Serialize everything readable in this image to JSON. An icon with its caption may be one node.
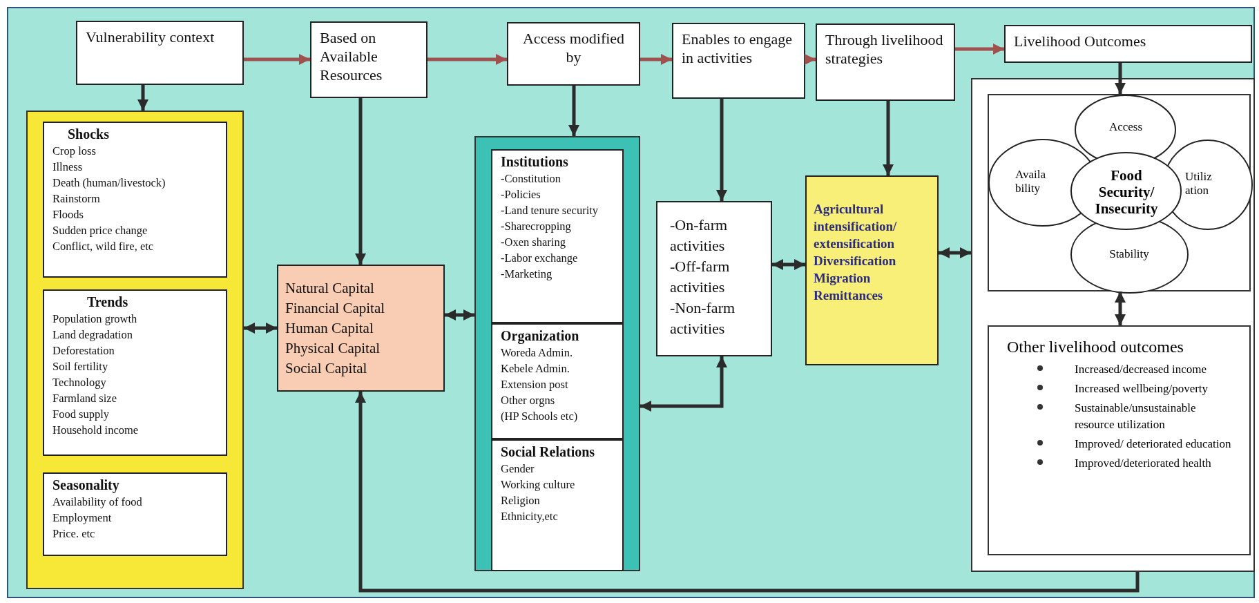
{
  "diagram": {
    "nodes": [
      {
        "text": [
          "Vulnerability context"
        ]
      },
      {
        "text": [
          "Based on Available Resources"
        ]
      },
      {
        "text": [
          "Access modified by"
        ]
      },
      {
        "text": [
          "Enables to engage in activities"
        ]
      },
      {
        "text": [
          "Through livelihood strategies"
        ]
      },
      {
        "text": [
          "Livelihood Outcomes"
        ]
      },
      {
        "text": [],
        "shape": "box"
      },
      {
        "text": [
          "Shocks",
          "Crop loss",
          "Illness",
          "Death (human/livestock)",
          "Rainstorm",
          "Floods",
          "Sudden price change",
          "Conflict, wild fire, etc"
        ],
        "in": 6
      },
      {
        "text": [
          "Trends",
          "Population growth",
          "Land degradation",
          "Deforestation",
          "Soil fertility",
          "Technology",
          "Farmland size",
          "Food supply",
          "Household income"
        ],
        "in": 6
      },
      {
        "text": [
          "Seasonality",
          "Availability of food",
          "Employment",
          "Price. etc"
        ],
        "in": 6
      },
      {
        "text": [
          "Natural Capital",
          "Financial Capital",
          "Human Capital",
          "Physical Capital",
          "Social Capital"
        ]
      },
      {
        "text": [],
        "shape": "box"
      },
      {
        "text": [
          "Institutions",
          "-Constitution",
          "-Policies",
          "-Land tenure security",
          "-Sharecropping",
          "-Oxen sharing",
          "-Labor exchange",
          "-Marketing"
        ],
        "in": 11
      },
      {
        "text": [
          "Organization",
          "Woreda Admin.",
          "Kebele Admin.",
          "Extension post",
          "Other orgns",
          "(HP Schools etc)"
        ],
        "in": 11
      },
      {
        "text": [
          "Social Relations",
          "Gender",
          "Working culture",
          "Religion",
          "Ethnicity,etc"
        ],
        "in": 11
      },
      {
        "text": [
          "-On-farm activities",
          "-Off-farm activities",
          "-Non-farm activities"
        ]
      },
      {
        "text": [
          "Agricultural intensification/ extensification",
          "Diversification",
          "Migration",
          "Remittances"
        ]
      },
      {
        "text": [],
        "shape": "box"
      },
      {
        "text": [],
        "shape": "box",
        "in": 17
      },
      {
        "text": [
          "Access"
        ],
        "in": 18
      },
      {
        "text": [
          "Availa bility"
        ],
        "in": 18
      },
      {
        "text": [
          "Utiliz ation"
        ],
        "in": 18
      },
      {
        "text": [
          "Stability"
        ],
        "in": 18
      },
      {
        "text": [
          "Food Security/ Insecurity"
        ],
        "in": 18
      },
      {
        "text": [
          "Other livelihood outcomes",
          "Increased/decreased income",
          "Increased wellbeing/poverty",
          "Sustainable/unsustainable resource utilization",
          "Improved/ deteriorated education",
          "Improved/deteriorated health"
        ],
        "in": 17
      }
    ],
    "edges": [
      {
        "from": 0,
        "to": 1,
        "arrow": "to",
        "color": "#a0504f"
      },
      {
        "from": 1,
        "to": 2,
        "arrow": "to",
        "color": "#a0504f"
      },
      {
        "from": 2,
        "to": 3,
        "arrow": "to",
        "color": "#a0504f"
      },
      {
        "from": 3,
        "to": 4,
        "arrow": "to",
        "color": "#a0504f"
      },
      {
        "from": 4,
        "to": 5,
        "arrow": "to",
        "color": "#a0504f"
      },
      {
        "from": 0,
        "to": 6,
        "arrow": "to"
      },
      {
        "from": 1,
        "to": 10,
        "arrow": "to"
      },
      {
        "from": 2,
        "to": 11,
        "arrow": "to"
      },
      {
        "from": 3,
        "to": 15,
        "arrow": "to"
      },
      {
        "from": 4,
        "to": 16,
        "arrow": "to"
      },
      {
        "from": 5,
        "to": 18,
        "arrow": "to"
      },
      {
        "from": 6,
        "to": 10,
        "arrow": "both"
      },
      {
        "from": 10,
        "to": 11,
        "arrow": "both"
      },
      {
        "from": 15,
        "to": 16,
        "arrow": "both"
      },
      {
        "from": 16,
        "to": 17,
        "arrow": "both"
      },
      {
        "from": 18,
        "to": 24,
        "arrow": "both"
      },
      {
        "from": 15,
        "to": 11,
        "arrow": "both"
      },
      {
        "from": 17,
        "to": 10,
        "arrow": "to"
      }
    ]
  }
}
